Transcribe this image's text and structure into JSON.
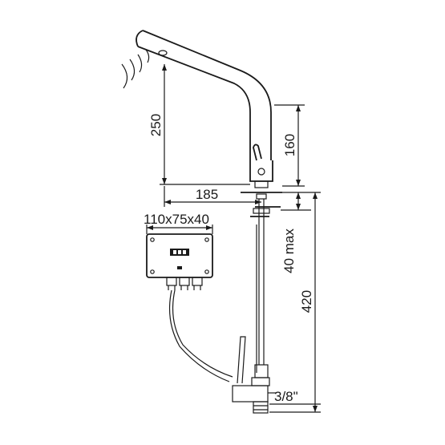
{
  "dimensions": {
    "spout_height": "250",
    "body_height": "160",
    "spout_reach": "185",
    "box_size": "110x75x40",
    "deck_thickness": "40 max",
    "total_length": "420",
    "connection": "3/8\""
  },
  "colors": {
    "ink": "#1a1a1a",
    "background": "#ffffff"
  },
  "icons": {
    "sensor": "sensor-waves-icon",
    "box_logo": "brand-logo-icon"
  }
}
